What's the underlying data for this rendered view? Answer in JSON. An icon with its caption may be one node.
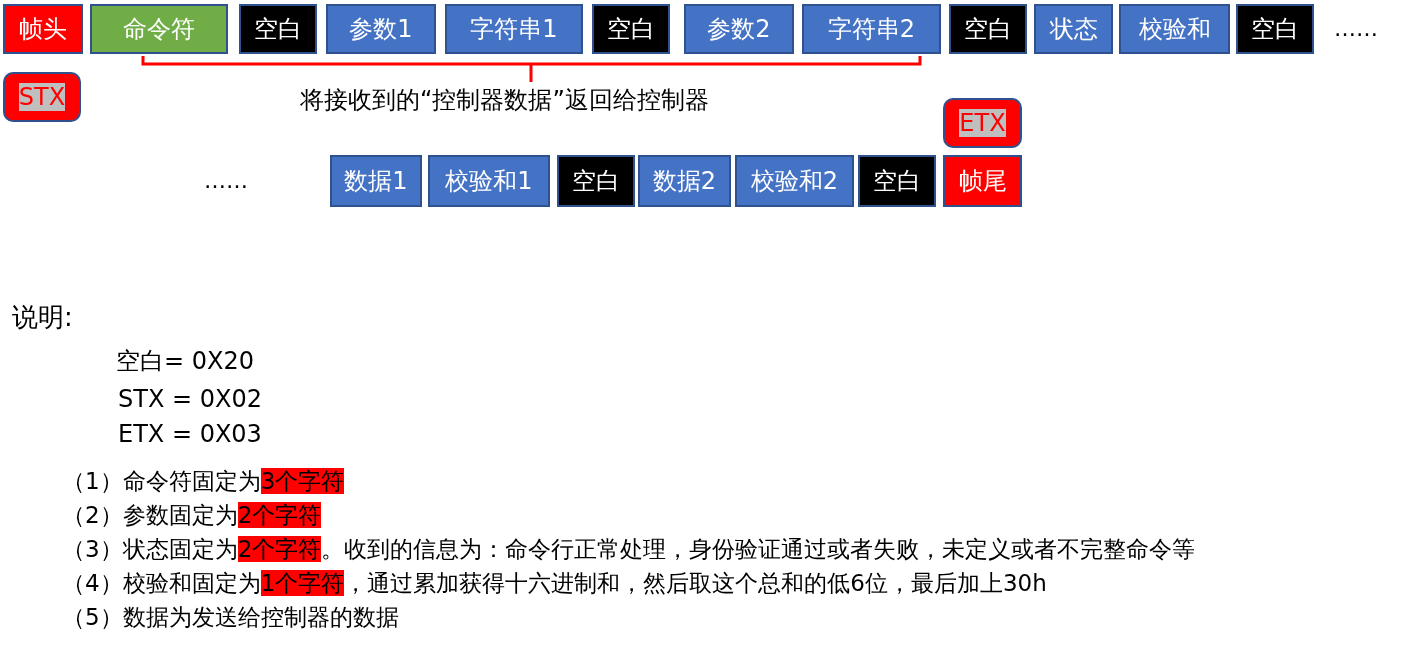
{
  "diagram": {
    "nodes": [
      {
        "text": [
          "帧头"
        ]
      },
      {
        "text": [
          "命令符"
        ]
      },
      {
        "text": [
          "空白"
        ]
      },
      {
        "text": [
          "参数1"
        ]
      },
      {
        "text": [
          "字符串1"
        ]
      },
      {
        "text": [
          "空白"
        ]
      },
      {
        "text": [
          "参数2"
        ]
      },
      {
        "text": [
          "字符串2"
        ]
      },
      {
        "text": [
          "空白"
        ]
      },
      {
        "text": [
          "状态"
        ]
      },
      {
        "text": [
          "校验和"
        ]
      },
      {
        "text": [
          "空白"
        ]
      },
      {
        "text": [
          "STX"
        ]
      },
      {
        "text": [
          "ETX"
        ]
      },
      {
        "text": [
          "数据1"
        ]
      },
      {
        "text": [
          "校验和1"
        ]
      },
      {
        "text": [
          "空白"
        ]
      },
      {
        "text": [
          "数据2"
        ]
      },
      {
        "text": [
          "校验和2"
        ]
      },
      {
        "text": [
          "空白"
        ]
      },
      {
        "text": [
          "帧尾"
        ]
      }
    ],
    "labels": [
      "……",
      "将接收到的“控制器数据”返回给控制器",
      "……",
      "说明:",
      "空白= 0X20",
      "STX = 0X02",
      "ETX = 0X03",
      "（1）命令符固定为",
      "3个字符",
      "（2）参数固定为",
      "2个字符",
      "（3）状态固定为",
      "2个字符",
      "。收到的信息为：命令行正常处理，身份验证通过或者失败，未定义或者不完整命令等",
      "（4）校验和固定为",
      "1个字符",
      "，通过累加获得十六进制和，然后取这个总和的低6位，最后加上30h",
      "（5）数据为发送给控制器的数据"
    ]
  }
}
